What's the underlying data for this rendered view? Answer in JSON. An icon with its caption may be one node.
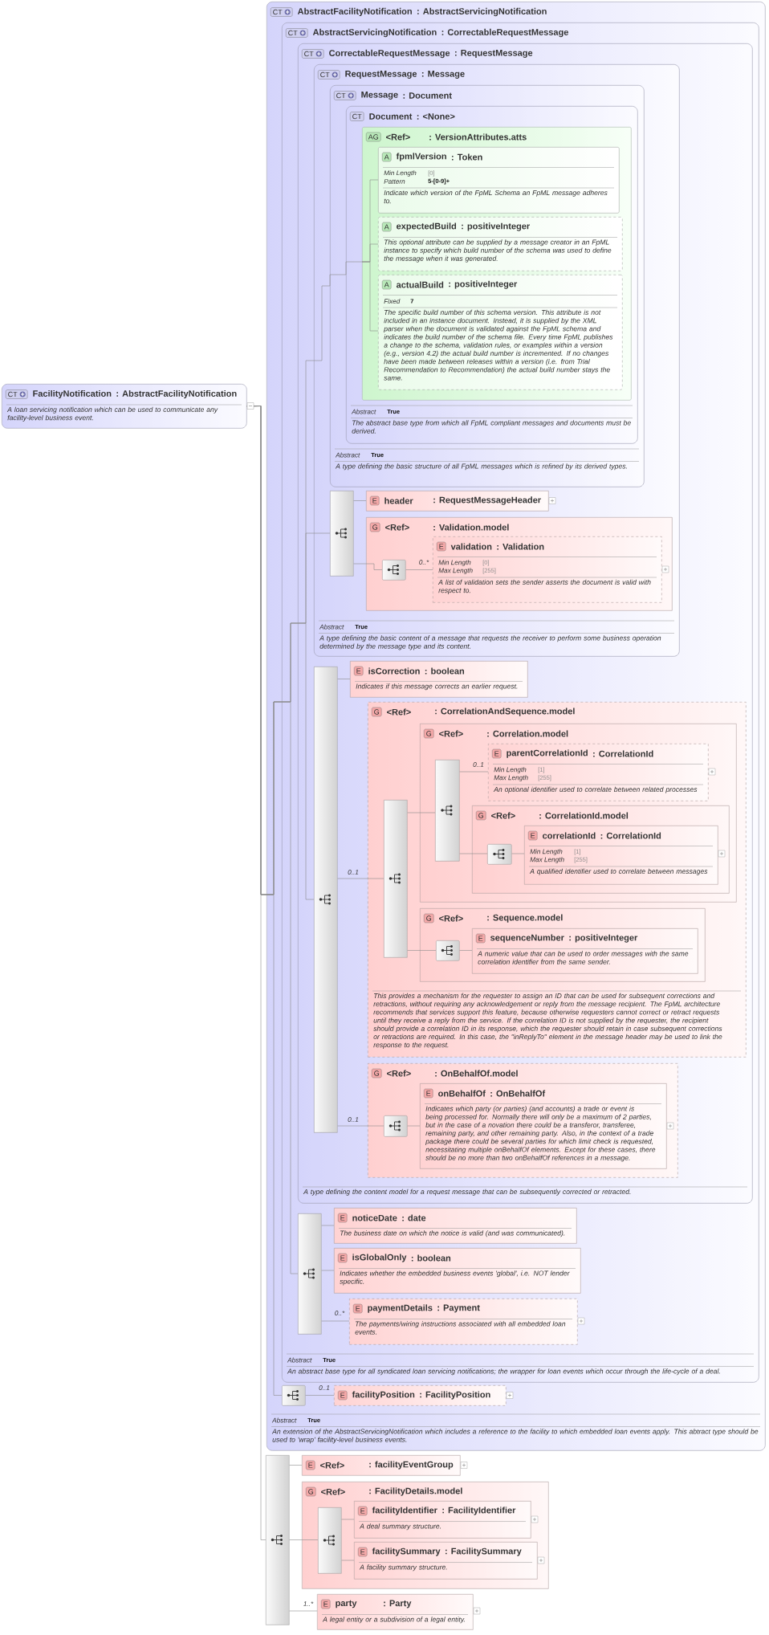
{
  "diagram": {
    "nodes": [
      {
        "text": [
          "CT",
          "FacilityNotification",
          ": AbstractFacilityNotification",
          "A loan servicing notification which can be used to communicate any facility-level business event."
        ]
      },
      {
        "text": [
          "CT",
          "AbstractFacilityNotification",
          ": AbstractServicingNotification",
          "Abstract",
          "True",
          "An extension of the AbstractServicingNotification which includes a reference to the facility to which embedded loan events apply. This abtract type should be used to 'wrap' facility-level business events."
        ]
      },
      {
        "text": [
          "CT",
          "AbstractServicingNotification",
          ": CorrectableRequestMessage",
          "Abstract",
          "True",
          "An abstract base type for all syndicated loan servicing notifications; the wrapper for loan events which occur through the life-cycle of a deal."
        ],
        "in": 1
      },
      {
        "text": [
          "CT",
          "CorrectableRequestMessage",
          ": RequestMessage",
          "A type defining the content model for a request message that can be subsequently corrected or retracted."
        ],
        "in": 2
      },
      {
        "text": [
          "CT",
          "RequestMessage",
          ": Message",
          "Abstract",
          "True",
          "A type defining the basic content of a message that requests the receiver to perform some business operation determined by the message type and its content."
        ],
        "in": 3
      },
      {
        "text": [
          "CT",
          "Message",
          ": Document",
          "Abstract",
          "True",
          "A type defining the basic structure of all FpML messages which is refined by its derived types."
        ],
        "in": 4
      },
      {
        "text": [
          "CT",
          "Document",
          ": <None>",
          "Abstract",
          "True",
          "The abstract base type from which all FpML compliant messages and documents must be derived."
        ],
        "in": 5
      },
      {
        "text": [
          "AG",
          "<Ref>",
          ": VersionAttributes.atts"
        ],
        "in": 6
      },
      {
        "text": [
          "A",
          "fpmlVersion",
          ": Token",
          "Min Length",
          "[0]",
          "Pattern",
          "5-[0-9]+",
          "Indicate which version of the FpML Schema an FpML message adheres to."
        ],
        "in": 7
      },
      {
        "text": [
          "A",
          "expectedBuild",
          ": positiveInteger",
          "This optional attribute can be supplied by a message creator in an FpML instance to specify which build number of the schema was used to define the message when it was generated."
        ],
        "in": 7
      },
      {
        "text": [
          "A",
          "actualBuild",
          ": positiveInteger",
          "Fixed",
          "7",
          "The specific build number of this schema version. This attribute is not included in an instance document. Instead, it is supplied by the XML parser when the document is validated against the FpML schema and indicates the build number of the schema file. Every time FpML publishes a change to the schema, validation rules, or examples within a version (e.g., version 4.2) the actual build number is incremented. If no changes have been made between releases within a version (i.e. from Trial Recommendation to Recommendation) the actual build number stays the same."
        ],
        "in": 7
      },
      {
        "text": [],
        "shape": "bar",
        "in": 4
      },
      {
        "text": [
          "E",
          "header",
          ": RequestMessageHeader"
        ],
        "in": 4
      },
      {
        "text": [
          "G",
          "<Ref>",
          ": Validation.model"
        ],
        "in": 4
      },
      {
        "text": [],
        "shape": "box",
        "in": 13
      },
      {
        "text": [
          "E",
          "validation",
          ": Validation",
          "Min Length",
          "[0]",
          "Max Length",
          "[255]",
          "A list of validation sets the sender asserts the document is valid with respect to."
        ],
        "in": 13
      },
      {
        "text": [],
        "shape": "bar",
        "in": 3
      },
      {
        "text": [
          "E",
          "isCorrection",
          ": boolean",
          "Indicates if this message corrects an earlier request."
        ],
        "in": 3
      },
      {
        "text": [
          "G",
          "<Ref>",
          ": CorrelationAndSequence.model",
          "This provides a mechanism for the requester to assign an ID that can be used for subsequent corrections and retractions, without requiring any acknowledgement or reply from the message recipient. The FpML architecture recommends that services support this feature, because otherwise requesters cannot correct or retract requests until they receive a reply from the service. If the correlation ID is not supplied by the requester, the recipient should provide a correlation ID in its response, which the requester should retain in case subsequent corrections or retractions are required. In this case, the \"inReplyTo\" element in the message header may be used to link the response to the request."
        ],
        "in": 3
      },
      {
        "text": [],
        "shape": "bar",
        "in": 18
      },
      {
        "text": [
          "G",
          "<Ref>",
          ": Correlation.model"
        ],
        "in": 18
      },
      {
        "text": [],
        "shape": "bar",
        "in": 20
      },
      {
        "text": [
          "E",
          "parentCorrelationId",
          ": CorrelationId",
          "Min Length",
          "[1]",
          "Max Length",
          "[255]",
          "An optional identifier used to correlate between related processes"
        ],
        "in": 20
      },
      {
        "text": [
          "G",
          "<Ref>",
          ": CorrelationId.model"
        ],
        "in": 20
      },
      {
        "text": [],
        "shape": "box",
        "in": 23
      },
      {
        "text": [
          "E",
          "correlationId",
          ": CorrelationId",
          "Min Length",
          "[1]",
          "Max Length",
          "[255]",
          "A qualified identifier used to correlate between messages"
        ],
        "in": 23
      },
      {
        "text": [
          "G",
          "<Ref>",
          ": Sequence.model"
        ],
        "in": 18
      },
      {
        "text": [],
        "shape": "box",
        "in": 26
      },
      {
        "text": [
          "E",
          "sequenceNumber",
          ": positiveInteger",
          "A numeric value that can be used to order messages with the same correlation identifier from the same sender."
        ],
        "in": 26
      },
      {
        "text": [
          "G",
          "<Ref>",
          ": OnBehalfOf.model"
        ],
        "in": 3
      },
      {
        "text": [],
        "shape": "box",
        "in": 29
      },
      {
        "text": [
          "E",
          "onBehalfOf",
          ": OnBehalfOf",
          "Indicates which party (or parties) (and accounts) a trade or event is being processed for. Normally there will only be a maximum of 2 parties, but in the case of a novation there could be a transferor, transferee, remaining party, and other remaining party. Also, in the context of a trade package there could be several parties for which limit check is requested, necessitating multiple onBehalfOf elements. Except for these cases, there should be no more than two onBehalfOf references in a message."
        ],
        "in": 29
      },
      {
        "text": [],
        "shape": "bar",
        "in": 2
      },
      {
        "text": [
          "E",
          "noticeDate",
          ": date",
          "The business date on which the notice is valid (and was communicated)."
        ],
        "in": 2
      },
      {
        "text": [
          "E",
          "isGlobalOnly",
          ": boolean",
          "Indicates whether the embedded business events 'global', i.e. NOT lender specific."
        ],
        "in": 2
      },
      {
        "text": [
          "E",
          "paymentDetails",
          ": Payment",
          "The payments/wiring instructions associated with all embedded loan events."
        ],
        "in": 2
      },
      {
        "text": [],
        "shape": "box",
        "in": 1
      },
      {
        "text": [
          "E",
          "facilityPosition",
          ": FacilityPosition"
        ],
        "in": 1
      },
      {
        "text": [],
        "shape": "bar"
      },
      {
        "text": [
          "E",
          "<Ref>",
          ": facilityEventGroup"
        ]
      },
      {
        "text": [
          "G",
          "<Ref>",
          ": FacilityDetails.model"
        ]
      },
      {
        "text": [],
        "shape": "bar",
        "in": 40
      },
      {
        "text": [
          "E",
          "facilityIdentifier",
          ": FacilityIdentifier",
          "A deal summary structure."
        ],
        "in": 40
      },
      {
        "text": [
          "E",
          "facilitySummary",
          ": FacilitySummary",
          "A facility summary structure."
        ],
        "in": 40
      },
      {
        "text": [
          "E",
          "party",
          ": Party",
          "A legal entity or a subdivision of a legal entity."
        ]
      }
    ],
    "edges": [
      {
        "from": 0,
        "to": 7,
        "arrow": "none"
      },
      {
        "from": 0,
        "to": 11,
        "arrow": "none"
      },
      {
        "from": 0,
        "to": 16,
        "arrow": "none"
      },
      {
        "from": 0,
        "to": 32,
        "arrow": "none"
      },
      {
        "from": 0,
        "to": 36,
        "arrow": "none"
      },
      {
        "from": 0,
        "to": 38,
        "arrow": "none"
      },
      {
        "from": 7,
        "to": 8,
        "arrow": "none"
      },
      {
        "from": 7,
        "to": 9,
        "arrow": "none"
      },
      {
        "from": 7,
        "to": 10,
        "arrow": "none"
      },
      {
        "from": 11,
        "to": 12,
        "arrow": "none"
      },
      {
        "from": 11,
        "to": 14,
        "arrow": "none"
      },
      {
        "from": 14,
        "to": 15,
        "arrow": "none",
        "label": "0..*"
      },
      {
        "from": 16,
        "to": 17,
        "arrow": "none"
      },
      {
        "from": 16,
        "to": 19,
        "arrow": "none",
        "label": "0..1"
      },
      {
        "from": 19,
        "to": 21,
        "arrow": "none"
      },
      {
        "from": 21,
        "to": 22,
        "arrow": "none",
        "label": "0..1"
      },
      {
        "from": 21,
        "to": 24,
        "arrow": "none"
      },
      {
        "from": 24,
        "to": 25,
        "arrow": "none"
      },
      {
        "from": 19,
        "to": 27,
        "arrow": "none"
      },
      {
        "from": 27,
        "to": 28,
        "arrow": "none"
      },
      {
        "from": 16,
        "to": 30,
        "arrow": "none",
        "label": "0..1"
      },
      {
        "from": 30,
        "to": 31,
        "arrow": "none"
      },
      {
        "from": 32,
        "to": 33,
        "arrow": "none"
      },
      {
        "from": 32,
        "to": 34,
        "arrow": "none"
      },
      {
        "from": 32,
        "to": 35,
        "arrow": "none",
        "label": "0..*"
      },
      {
        "from": 36,
        "to": 37,
        "arrow": "none",
        "label": "0..1"
      },
      {
        "from": 38,
        "to": 39,
        "arrow": "none"
      },
      {
        "from": 38,
        "to": 41,
        "arrow": "none"
      },
      {
        "from": 41,
        "to": 42,
        "arrow": "none"
      },
      {
        "from": 41,
        "to": 43,
        "arrow": "none"
      },
      {
        "from": 38,
        "to": 44,
        "arrow": "none",
        "label": "1..*"
      }
    ]
  }
}
